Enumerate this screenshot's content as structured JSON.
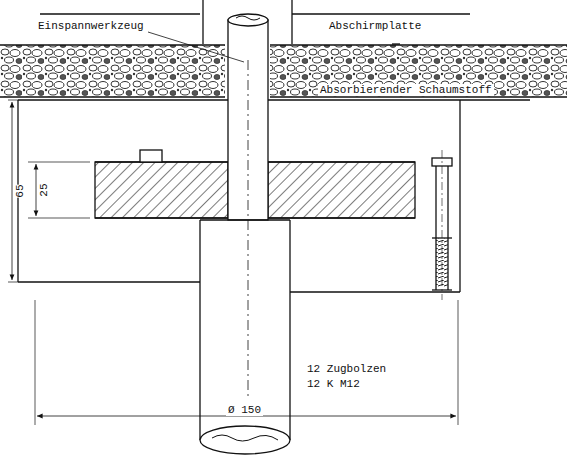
{
  "diagram": {
    "labels": [
      "Einspannwerkzeug",
      "Abschirmplatte",
      "Absorbierender Schaumstoff",
      "25",
      "65",
      "12 Zugbolzen",
      "12 K M12",
      "Ø 150"
    ]
  }
}
